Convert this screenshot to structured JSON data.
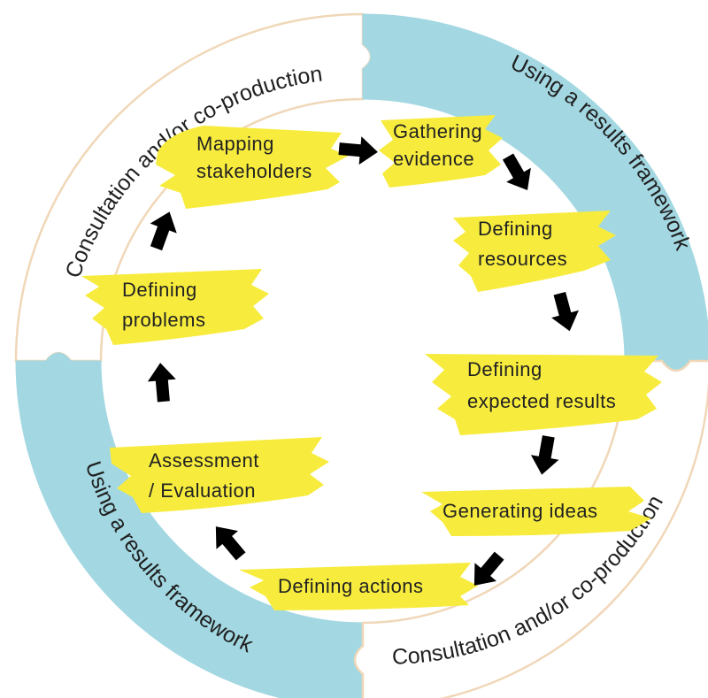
{
  "colors": {
    "accent_blue": "#a3d8e2",
    "outline_tan": "#f0d7b8",
    "highlight_yellow": "#f7ec3d",
    "text": "#222222"
  },
  "outer_ring": {
    "top_left_label": "Consultation and/or co-production",
    "top_right_label": "Using a results framework",
    "bottom_left_label": "Using a results framework",
    "bottom_right_label": "Consultation and/or co-production"
  },
  "steps": {
    "mapping": [
      "Mapping",
      "stakeholders"
    ],
    "gathering": [
      "Gathering",
      "evidence"
    ],
    "resources": [
      "Defining",
      "resources"
    ],
    "expected": [
      "Defining",
      "expected results"
    ],
    "ideas": [
      "Generating ideas"
    ],
    "actions": [
      "Defining actions"
    ],
    "assessment": [
      "Assessment",
      "/ Evaluation"
    ],
    "problems": [
      "Defining",
      "problems"
    ]
  },
  "arrows": [
    "arrow-icon",
    "arrow-icon",
    "arrow-icon",
    "arrow-icon",
    "arrow-icon",
    "arrow-icon",
    "arrow-icon",
    "arrow-icon"
  ]
}
